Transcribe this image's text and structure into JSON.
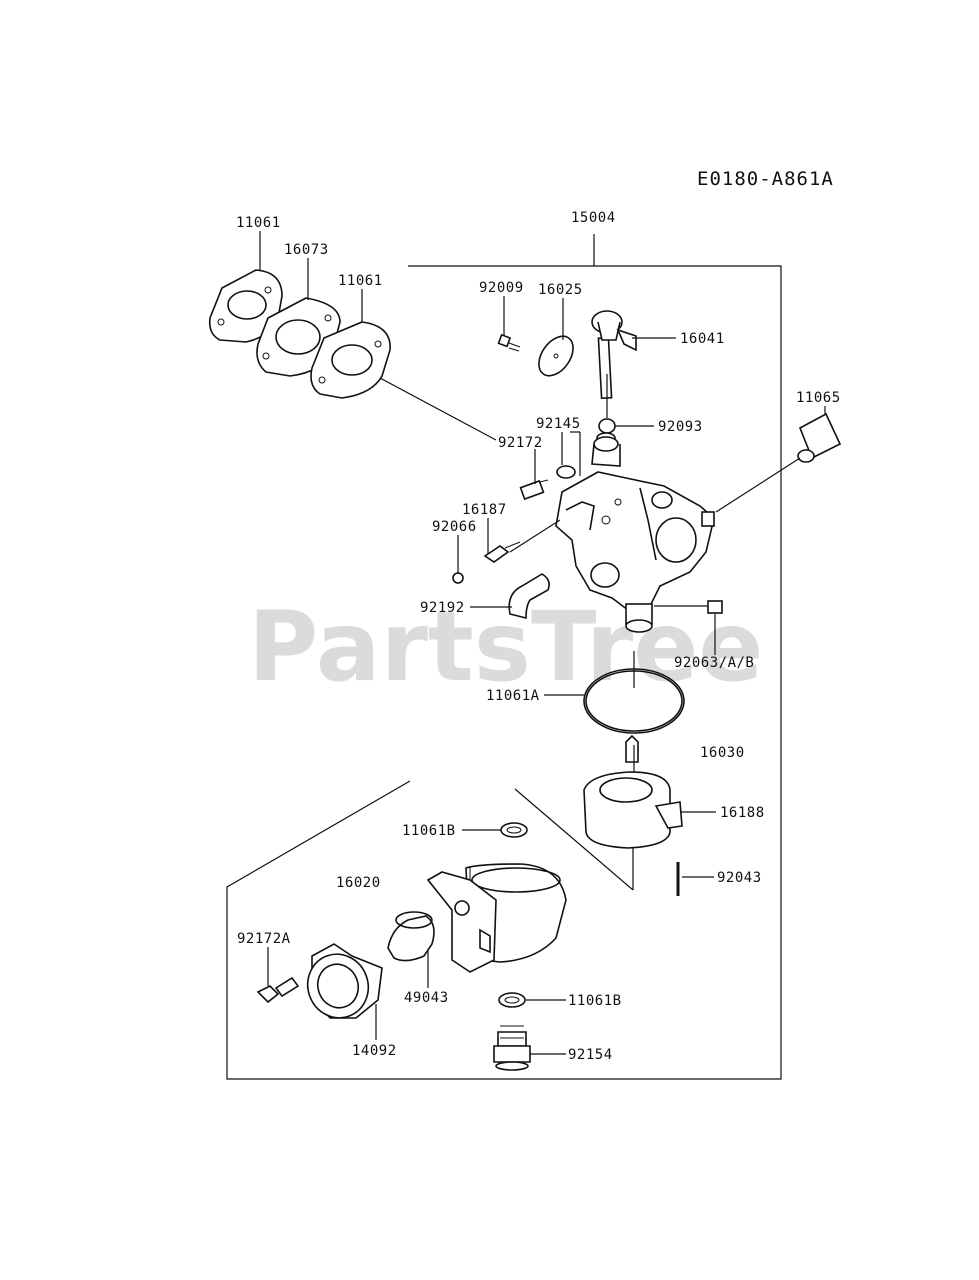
{
  "diagram_code": "E0180-A861A",
  "watermark": "PartsTree",
  "parts": {
    "p11061_top": "11061",
    "p16073": "16073",
    "p11061_mid": "11061",
    "p15004": "15004",
    "p92009": "92009",
    "p16025": "16025",
    "p16041": "16041",
    "p11065": "11065",
    "p92145": "92145",
    "p92093": "92093",
    "p92172": "92172",
    "p16187": "16187",
    "p92066": "92066",
    "p92192": "92192",
    "p92063": "92063/A/B",
    "p11061A": "11061A",
    "p16030": "16030",
    "p16188": "16188",
    "p11061B_top": "11061B",
    "p92043": "92043",
    "p16020": "16020",
    "p92172A": "92172A",
    "p49043": "49043",
    "p11061B_bot": "11061B",
    "p14092": "14092",
    "p92154": "92154"
  }
}
